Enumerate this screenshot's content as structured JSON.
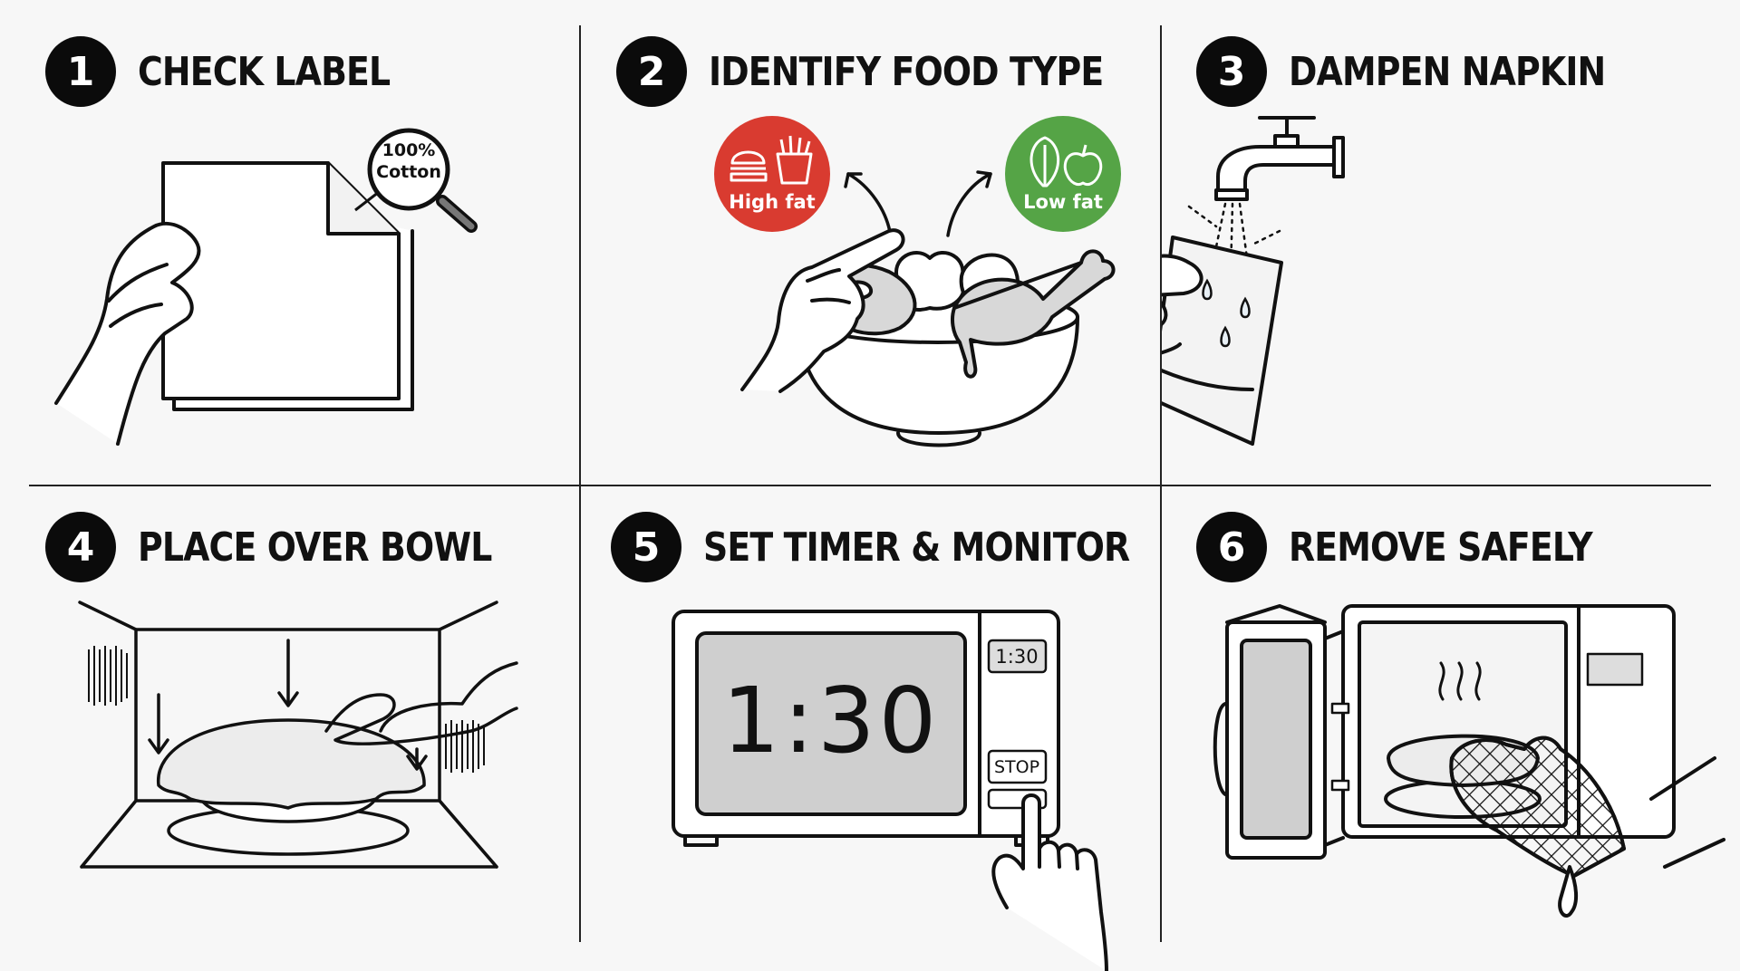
{
  "steps": [
    {
      "number": "1",
      "title": "CHECK LABEL"
    },
    {
      "number": "2",
      "title": "IDENTIFY FOOD TYPE"
    },
    {
      "number": "3",
      "title": "DAMPEN NAPKIN"
    },
    {
      "number": "4",
      "title": "PLACE OVER BOWL"
    },
    {
      "number": "5",
      "title": "SET TIMER & MONITOR"
    },
    {
      "number": "6",
      "title": "REMOVE SAFELY"
    }
  ],
  "label_tag": {
    "line1": "100%",
    "line2": "Cotton"
  },
  "food_badges": {
    "high": "High fat",
    "low": "Low fat",
    "high_color": "#d93b30",
    "low_color": "#55a446"
  },
  "microwave": {
    "display": "1:30",
    "panel_display": "1:30",
    "stop_label": "STOP"
  },
  "icons": [
    "magnifier-icon",
    "burger-icon",
    "fries-icon",
    "lettuce-icon",
    "apple-icon",
    "faucet-icon",
    "oven-mitt-icon"
  ]
}
